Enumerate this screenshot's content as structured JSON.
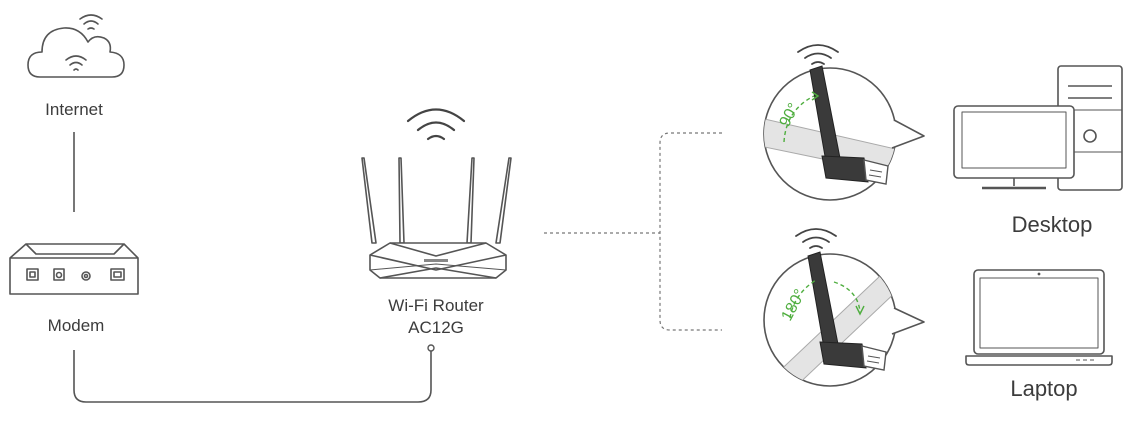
{
  "labels": {
    "internet": "Internet",
    "modem": "Modem",
    "router_line1": "Wi-Fi Router",
    "router_line2": "AC12G",
    "desktop": "Desktop",
    "laptop": "Laptop"
  },
  "angles": {
    "top": "90°",
    "bottom": "180°"
  },
  "colors": {
    "line": "#555555",
    "accent": "#4fae3f",
    "adapter_dark": "#3a3a3a"
  }
}
